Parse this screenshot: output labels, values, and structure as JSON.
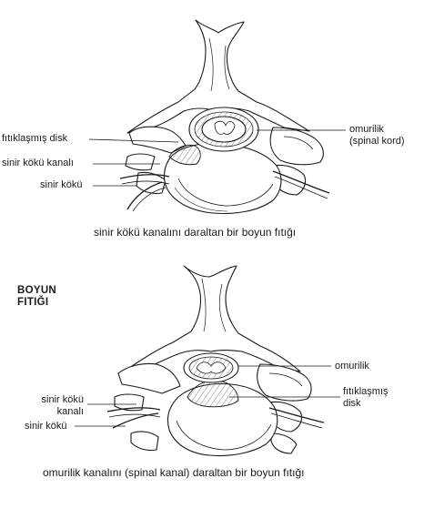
{
  "top_diagram": {
    "labels": {
      "fitik_disk": "fıtıklaşmış disk",
      "sinir_koku_kanali": "sinir kökü kanalı",
      "sinir_koku": "sinir kökü",
      "omurilik_line1": "omurilik",
      "omurilik_line2": "(spinal kord)"
    },
    "caption": "sinir kökü kanalını daraltan bir boyun fıtığı"
  },
  "bottom_diagram": {
    "title_line1": "BOYUN",
    "title_line2": "FITIĞI",
    "labels": {
      "omurilik": "omurilik",
      "fitik_disk_line1": "fıtıklaşmış",
      "fitik_disk_line2": "disk",
      "sinir_koku_kanali_line1": "sinir kökü",
      "sinir_koku_kanali_line2": "kanalı",
      "sinir_koku": "sinir kökü"
    },
    "caption": "omurilik  kanalını (spinal kanal) daraltan bir boyun fıtığı"
  },
  "colors": {
    "ink": "#1a1a1a",
    "background": "#ffffff"
  }
}
